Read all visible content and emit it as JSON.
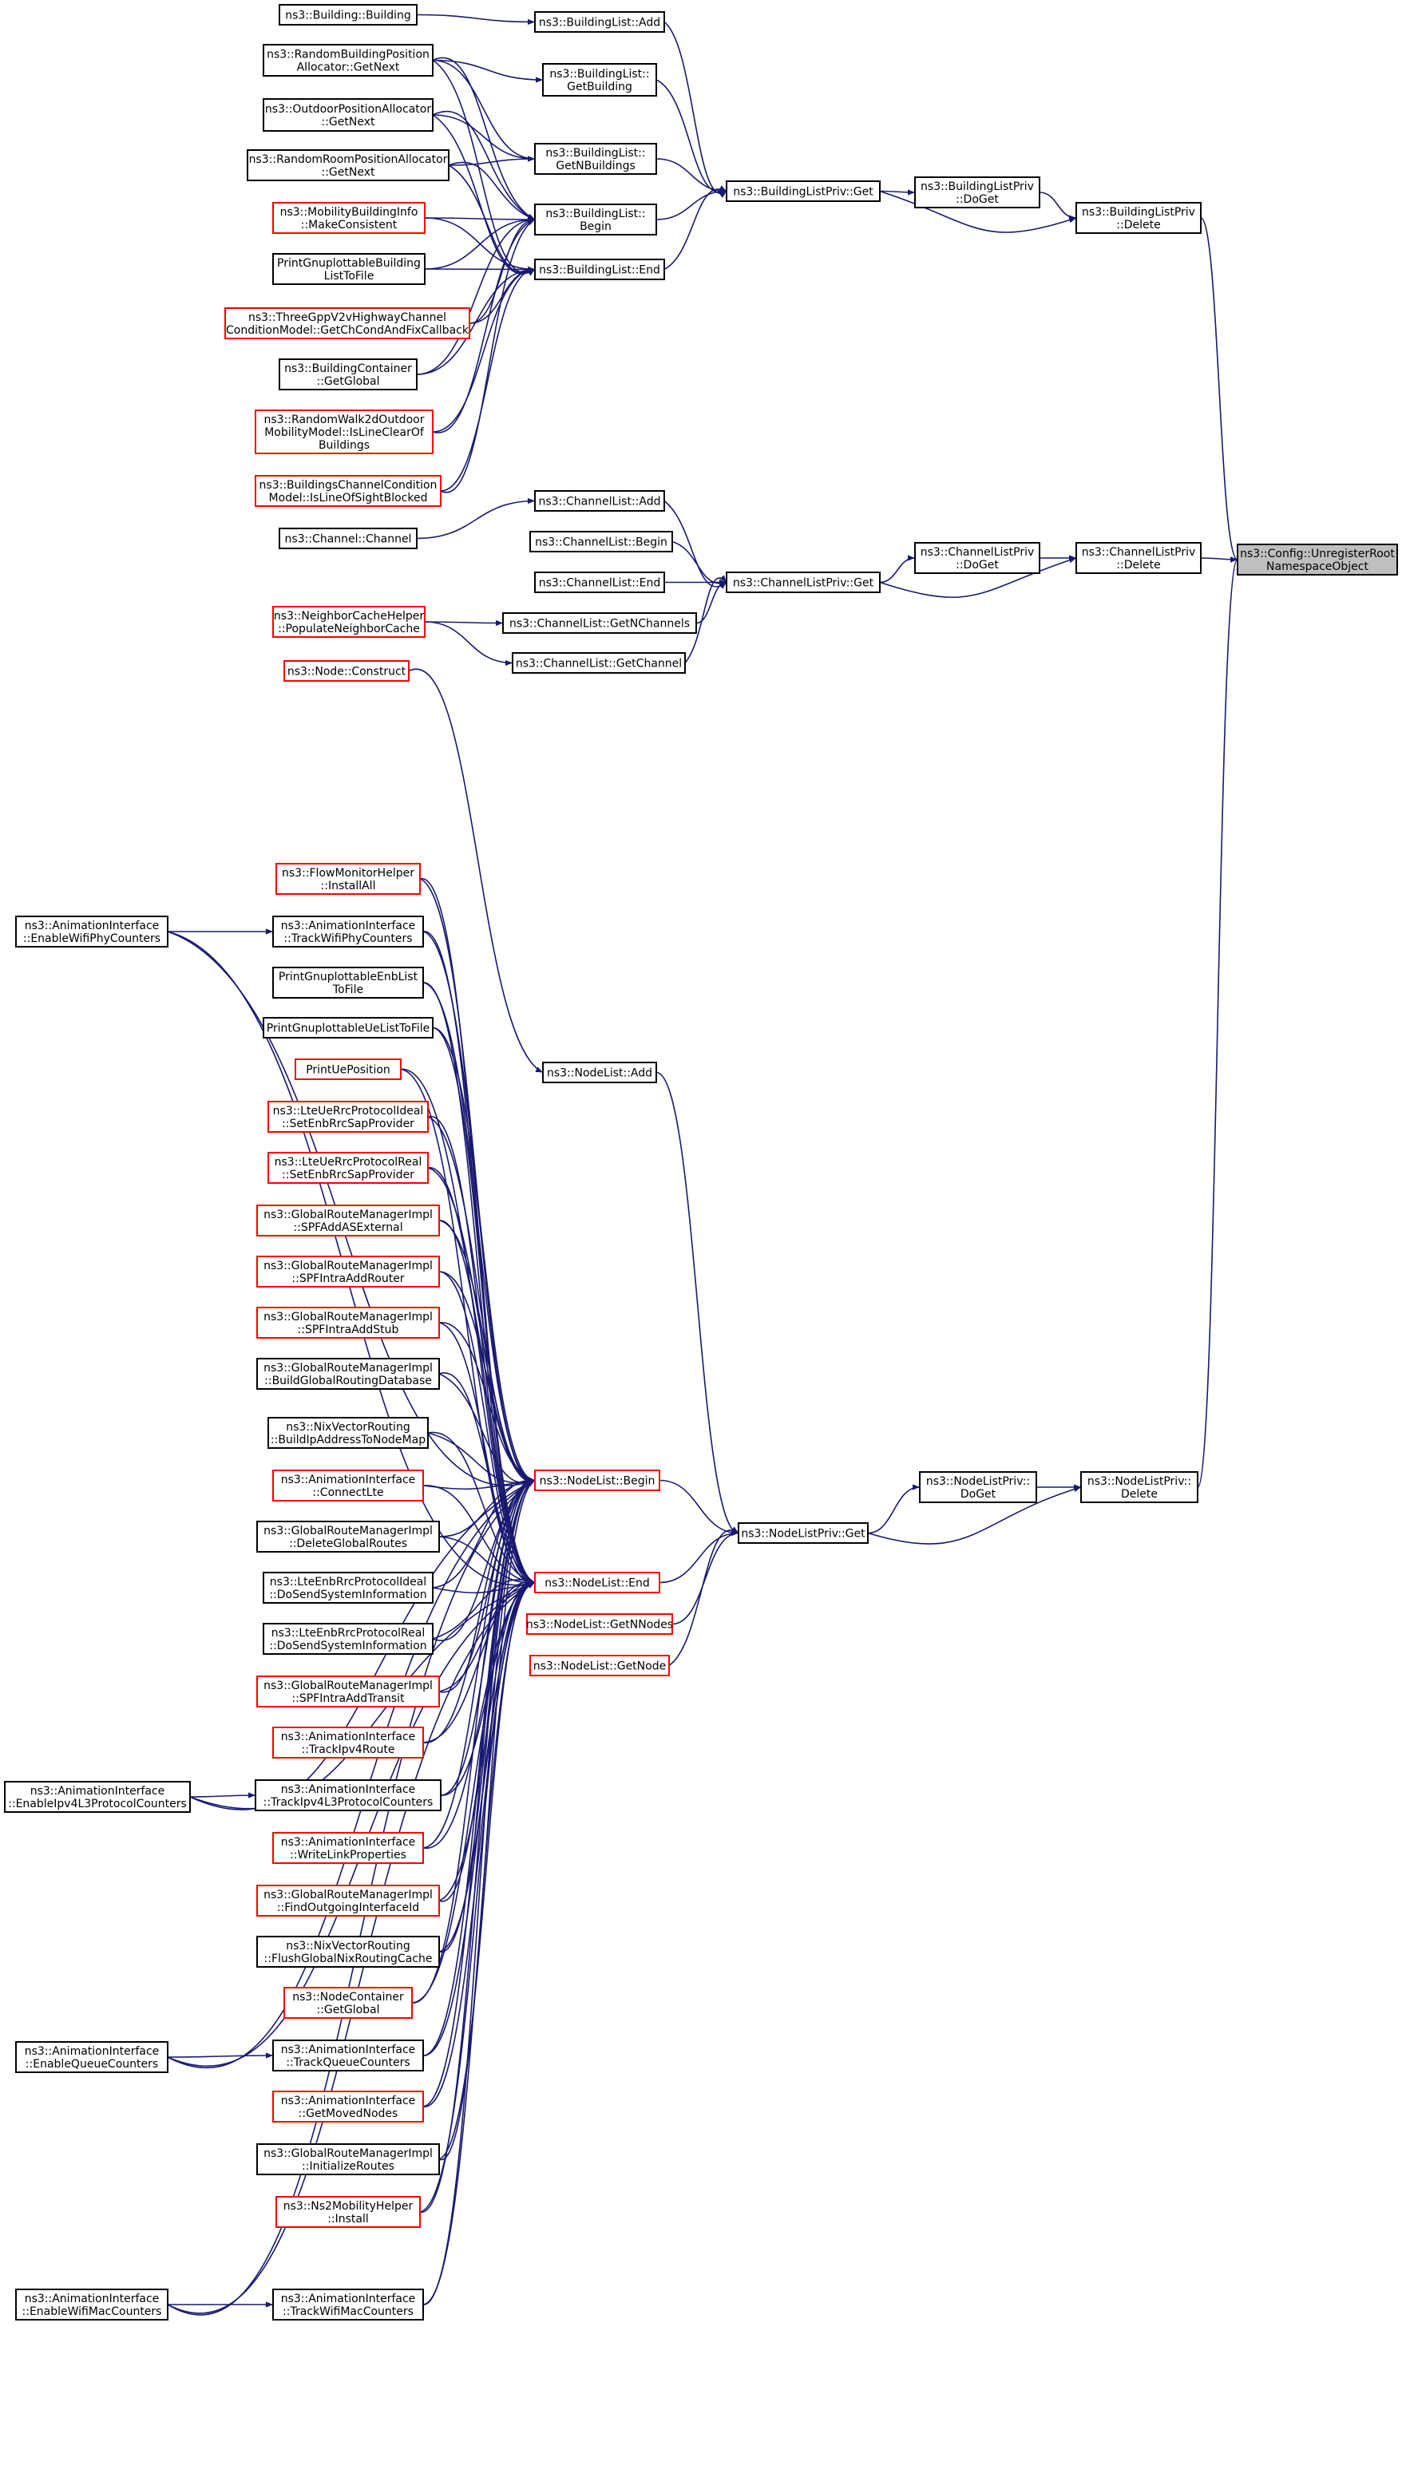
{
  "colors": {
    "edge": "#191970",
    "border_default": "#000000",
    "border_truncated": "#ff0000",
    "fill_default": "#ffffff",
    "fill_root": "#bfbfbf",
    "text": "#000000"
  },
  "nodes": [
    {
      "id": "root",
      "lines": [
        "ns3::Config::UnregisterRoot",
        "NamespaceObject"
      ],
      "style": "root"
    },
    {
      "id": "blpd",
      "lines": [
        "ns3::BuildingListPriv",
        "::Delete"
      ],
      "style": "default"
    },
    {
      "id": "blpdg",
      "lines": [
        "ns3::BuildingListPriv",
        "::DoGet"
      ],
      "style": "default"
    },
    {
      "id": "blpg",
      "lines": [
        "ns3::BuildingListPriv::Get"
      ],
      "style": "default"
    },
    {
      "id": "bladd",
      "lines": [
        "ns3::BuildingList::Add"
      ],
      "style": "default"
    },
    {
      "id": "blgb",
      "lines": [
        "ns3::BuildingList::",
        "GetBuilding"
      ],
      "style": "default"
    },
    {
      "id": "blgn",
      "lines": [
        "ns3::BuildingList::",
        "GetNBuildings"
      ],
      "style": "default"
    },
    {
      "id": "blbeg",
      "lines": [
        "ns3::BuildingList::",
        "Begin"
      ],
      "style": "default"
    },
    {
      "id": "blend",
      "lines": [
        "ns3::BuildingList::End"
      ],
      "style": "default"
    },
    {
      "id": "bldg",
      "lines": [
        "ns3::Building::Building"
      ],
      "style": "default"
    },
    {
      "id": "rbpa",
      "lines": [
        "ns3::RandomBuildingPosition",
        "Allocator::GetNext"
      ],
      "style": "default"
    },
    {
      "id": "opa",
      "lines": [
        "ns3::OutdoorPositionAllocator",
        "::GetNext"
      ],
      "style": "default"
    },
    {
      "id": "rrpa",
      "lines": [
        "ns3::RandomRoomPositionAllocator",
        "::GetNext"
      ],
      "style": "default"
    },
    {
      "id": "mbi",
      "lines": [
        "ns3::MobilityBuildingInfo",
        "::MakeConsistent"
      ],
      "style": "truncated"
    },
    {
      "id": "pgbl",
      "lines": [
        "PrintGnuplottableBuilding",
        "ListToFile"
      ],
      "style": "default"
    },
    {
      "id": "tgpp",
      "lines": [
        "ns3::ThreeGppV2vHighwayChannel",
        "ConditionModel::GetChCondAndFixCallback"
      ],
      "style": "truncated"
    },
    {
      "id": "bcg",
      "lines": [
        "ns3::BuildingContainer",
        "::GetGlobal"
      ],
      "style": "default"
    },
    {
      "id": "rw2d",
      "lines": [
        "ns3::RandomWalk2dOutdoor",
        "MobilityModel::IsLineClearOf",
        "Buildings"
      ],
      "style": "truncated"
    },
    {
      "id": "bccm",
      "lines": [
        "ns3::BuildingsChannelCondition",
        "Model::IsLineOfSightBlocked"
      ],
      "style": "truncated"
    },
    {
      "id": "clpd",
      "lines": [
        "ns3::ChannelListPriv",
        "::Delete"
      ],
      "style": "default"
    },
    {
      "id": "clpdg",
      "lines": [
        "ns3::ChannelListPriv",
        "::DoGet"
      ],
      "style": "default"
    },
    {
      "id": "clpg",
      "lines": [
        "ns3::ChannelListPriv::Get"
      ],
      "style": "default"
    },
    {
      "id": "cladd",
      "lines": [
        "ns3::ChannelList::Add"
      ],
      "style": "default"
    },
    {
      "id": "clbeg",
      "lines": [
        "ns3::ChannelList::Begin"
      ],
      "style": "default"
    },
    {
      "id": "clend",
      "lines": [
        "ns3::ChannelList::End"
      ],
      "style": "default"
    },
    {
      "id": "clgn",
      "lines": [
        "ns3::ChannelList::GetNChannels"
      ],
      "style": "default"
    },
    {
      "id": "clgc",
      "lines": [
        "ns3::ChannelList::GetChannel"
      ],
      "style": "default"
    },
    {
      "id": "chan",
      "lines": [
        "ns3::Channel::Channel"
      ],
      "style": "default"
    },
    {
      "id": "nch",
      "lines": [
        "ns3::NeighborCacheHelper",
        "::PopulateNeighborCache"
      ],
      "style": "truncated"
    },
    {
      "id": "nodec",
      "lines": [
        "ns3::Node::Construct"
      ],
      "style": "truncated"
    },
    {
      "id": "nladd",
      "lines": [
        "ns3::NodeList::Add"
      ],
      "style": "default"
    },
    {
      "id": "nlpd",
      "lines": [
        "ns3::NodeListPriv::",
        "Delete"
      ],
      "style": "default"
    },
    {
      "id": "nlpdg",
      "lines": [
        "ns3::NodeListPriv::",
        "DoGet"
      ],
      "style": "default"
    },
    {
      "id": "nlpg",
      "lines": [
        "ns3::NodeListPriv::Get"
      ],
      "style": "default"
    },
    {
      "id": "nlbeg",
      "lines": [
        "ns3::NodeList::Begin"
      ],
      "style": "truncated"
    },
    {
      "id": "nlend",
      "lines": [
        "ns3::NodeList::End"
      ],
      "style": "truncated"
    },
    {
      "id": "nlgn",
      "lines": [
        "ns3::NodeList::GetNNodes"
      ],
      "style": "truncated"
    },
    {
      "id": "nlgnode",
      "lines": [
        "ns3::NodeList::GetNode"
      ],
      "style": "truncated"
    },
    {
      "id": "aewpc",
      "lines": [
        "ns3::AnimationInterface",
        "::EnableWifiPhyCounters"
      ],
      "style": "default"
    },
    {
      "id": "aeipv4",
      "lines": [
        "ns3::AnimationInterface",
        "::EnableIpv4L3ProtocolCounters"
      ],
      "style": "default"
    },
    {
      "id": "aeqc",
      "lines": [
        "ns3::AnimationInterface",
        "::EnableQueueCounters"
      ],
      "style": "default"
    },
    {
      "id": "aewmc",
      "lines": [
        "ns3::AnimationInterface",
        "::EnableWifiMacCounters"
      ],
      "style": "default"
    },
    {
      "id": "fmh",
      "lines": [
        "ns3::FlowMonitorHelper",
        "::InstallAll"
      ],
      "style": "truncated"
    },
    {
      "id": "atwpc",
      "lines": [
        "ns3::AnimationInterface",
        "::TrackWifiPhyCounters"
      ],
      "style": "default"
    },
    {
      "id": "pgenb",
      "lines": [
        "PrintGnuplottableEnbList",
        "ToFile"
      ],
      "style": "default"
    },
    {
      "id": "pgue",
      "lines": [
        "PrintGnuplottableUeListToFile"
      ],
      "style": "default"
    },
    {
      "id": "pup",
      "lines": [
        "PrintUePosition"
      ],
      "style": "truncated"
    },
    {
      "id": "lurpi",
      "lines": [
        "ns3::LteUeRrcProtocolIdeal",
        "::SetEnbRrcSapProvider"
      ],
      "style": "truncated"
    },
    {
      "id": "lurpr",
      "lines": [
        "ns3::LteUeRrcProtocolReal",
        "::SetEnbRrcSapProvider"
      ],
      "style": "truncated"
    },
    {
      "id": "grmase",
      "lines": [
        "ns3::GlobalRouteManagerImpl",
        "::SPFAddASExternal"
      ],
      "style": "truncated"
    },
    {
      "id": "grmiar",
      "lines": [
        "ns3::GlobalRouteManagerImpl",
        "::SPFIntraAddRouter"
      ],
      "style": "truncated"
    },
    {
      "id": "grmias",
      "lines": [
        "ns3::GlobalRouteManagerImpl",
        "::SPFIntraAddStub"
      ],
      "style": "truncated"
    },
    {
      "id": "grmbgrd",
      "lines": [
        "ns3::GlobalRouteManagerImpl",
        "::BuildGlobalRoutingDatabase"
      ],
      "style": "default"
    },
    {
      "id": "nvrb",
      "lines": [
        "ns3::NixVectorRouting",
        "::BuildIpAddressToNodeMap"
      ],
      "style": "default"
    },
    {
      "id": "aicl",
      "lines": [
        "ns3::AnimationInterface",
        "::ConnectLte"
      ],
      "style": "truncated"
    },
    {
      "id": "grmdgr",
      "lines": [
        "ns3::GlobalRouteManagerImpl",
        "::DeleteGlobalRoutes"
      ],
      "style": "default"
    },
    {
      "id": "lerpi",
      "lines": [
        "ns3::LteEnbRrcProtocolIdeal",
        "::DoSendSystemInformation"
      ],
      "style": "default"
    },
    {
      "id": "lerpr",
      "lines": [
        "ns3::LteEnbRrcProtocolReal",
        "::DoSendSystemInformation"
      ],
      "style": "default"
    },
    {
      "id": "grmiat",
      "lines": [
        "ns3::GlobalRouteManagerImpl",
        "::SPFIntraAddTransit"
      ],
      "style": "truncated"
    },
    {
      "id": "aitip4r",
      "lines": [
        "ns3::AnimationInterface",
        "::TrackIpv4Route"
      ],
      "style": "truncated"
    },
    {
      "id": "aitip4l3",
      "lines": [
        "ns3::AnimationInterface",
        "::TrackIpv4L3ProtocolCounters"
      ],
      "style": "default"
    },
    {
      "id": "aiwlp",
      "lines": [
        "ns3::AnimationInterface",
        "::WriteLinkProperties"
      ],
      "style": "truncated"
    },
    {
      "id": "grmfoi",
      "lines": [
        "ns3::GlobalRouteManagerImpl",
        "::FindOutgoingInterfaceId"
      ],
      "style": "truncated"
    },
    {
      "id": "nvrf",
      "lines": [
        "ns3::NixVectorRouting",
        "::FlushGlobalNixRoutingCache"
      ],
      "style": "default"
    },
    {
      "id": "ncgg",
      "lines": [
        "ns3::NodeContainer",
        "::GetGlobal"
      ],
      "style": "truncated"
    },
    {
      "id": "aitqc",
      "lines": [
        "ns3::AnimationInterface",
        "::TrackQueueCounters"
      ],
      "style": "default"
    },
    {
      "id": "aigmn",
      "lines": [
        "ns3::AnimationInterface",
        "::GetMovedNodes"
      ],
      "style": "truncated"
    },
    {
      "id": "grmir",
      "lines": [
        "ns3::GlobalRouteManagerImpl",
        "::InitializeRoutes"
      ],
      "style": "default"
    },
    {
      "id": "ns2mh",
      "lines": [
        "ns3::Ns2MobilityHelper",
        "::Install"
      ],
      "style": "truncated"
    },
    {
      "id": "aitwmc",
      "lines": [
        "ns3::AnimationInterface",
        "::TrackWifiMacCounters"
      ],
      "style": "default"
    }
  ]
}
